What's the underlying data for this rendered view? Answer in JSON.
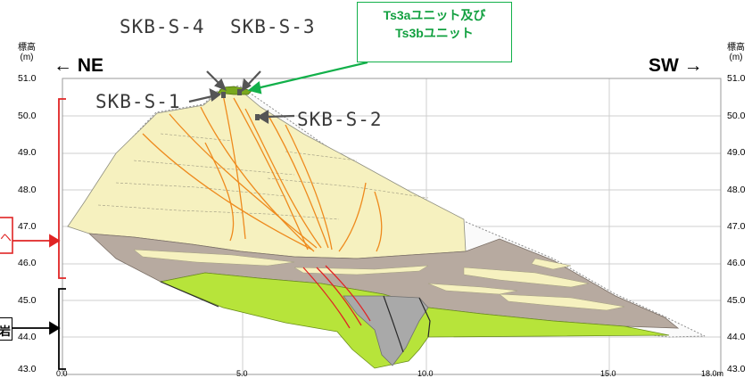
{
  "axis": {
    "y_title_left": "標高\n(m)",
    "y_title_right": "標高\n(m)",
    "y_ticks": [
      "51.0",
      "50.0",
      "49.0",
      "48.0",
      "47.0",
      "46.0",
      "45.0",
      "44.0",
      "43.0"
    ],
    "x_ticks": [
      "0.0",
      "5.0",
      "10.0",
      "15.0",
      "18.0m"
    ]
  },
  "directions": {
    "left": "← NE",
    "right": "SW →"
  },
  "boreholes": {
    "skb_s_4": "SKB-S-4",
    "skb_s_3": "SKB-S-3",
    "skb_s_1": "SKB-S-1",
    "skb_s_2": "SKB-S-2"
  },
  "callout": {
    "line1": "Ts3aユニット及び",
    "line2": "Ts3bユニット"
  },
  "left_labels": {
    "upper_fragment": "ヘ",
    "lower_fragment": "岩"
  },
  "colors": {
    "upper_unit_fill": "#f6f1bf",
    "gravel_fill": "#b7aaa0",
    "bedrock_fill": "#b7e43a",
    "gray_core_fill": "#a9a9a9",
    "fracture_orange": "#ee8a1d",
    "fracture_red": "#e02424",
    "callout_green": "#12b04a",
    "bracket_red": "#e02424",
    "outline_gray": "#8c8c8c"
  }
}
